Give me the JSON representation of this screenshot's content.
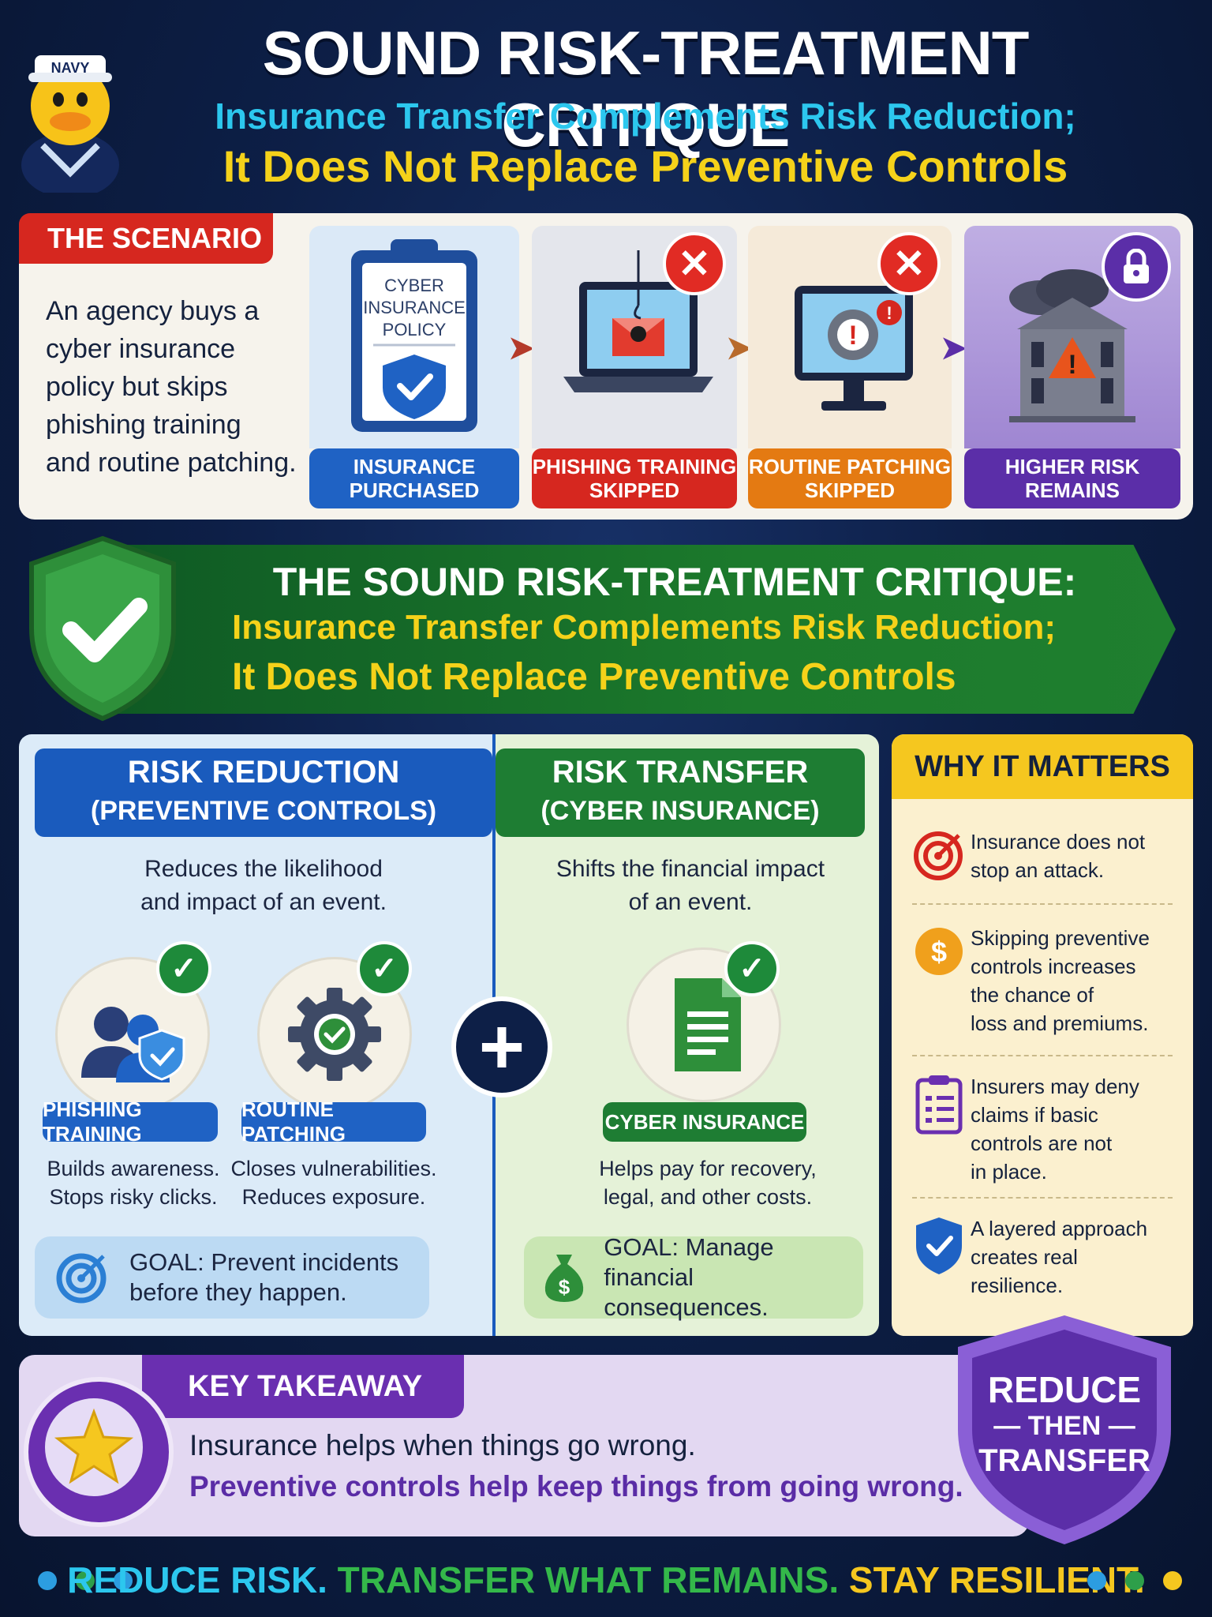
{
  "header": {
    "title": "SOUND RISK-TREATMENT CRITIQUE",
    "subtitle_line1": "Insurance Transfer Complements Risk Reduction;",
    "subtitle_line2": "It Does Not Replace Preventive Controls",
    "mascot_hat_text": "NAVY"
  },
  "scenario": {
    "tag": "THE SCENARIO",
    "text_lines": [
      "An agency buys a",
      "cyber insurance",
      "policy but skips",
      "phishing training",
      "and routine patching."
    ],
    "clipboard_lines": [
      "CYBER",
      "INSURANCE",
      "POLICY"
    ],
    "steps": [
      {
        "line1": "INSURANCE",
        "line2": "PURCHASED",
        "color": "#1f62c4"
      },
      {
        "line1": "PHISHING TRAINING",
        "line2": "SKIPPED",
        "color": "#d6271f"
      },
      {
        "line1": "ROUTINE PATCHING",
        "line2": "SKIPPED",
        "color": "#e47a12"
      },
      {
        "line1": "HIGHER RISK",
        "line2": "REMAINS",
        "color": "#5b2ea8"
      }
    ]
  },
  "banner": {
    "title": "THE SOUND RISK-TREATMENT CRITIQUE:",
    "line1": "Insurance Transfer Complements Risk Reduction;",
    "line2": "It Does Not Replace Preventive Controls"
  },
  "reduction": {
    "title": "RISK REDUCTION",
    "subtitle": "(PREVENTIVE CONTROLS)",
    "desc_line1": "Reduces the likelihood",
    "desc_line2": "and impact of an event.",
    "items": [
      {
        "label": "PHISHING TRAINING",
        "line1": "Builds awareness.",
        "line2": "Stops risky clicks."
      },
      {
        "label": "ROUTINE PATCHING",
        "line1": "Closes vulnerabilities.",
        "line2": "Reduces exposure."
      }
    ],
    "goal_line1": "GOAL: Prevent incidents",
    "goal_line2": "before they happen."
  },
  "transfer": {
    "title": "RISK TRANSFER",
    "subtitle": "(CYBER INSURANCE)",
    "desc_line1": "Shifts the financial impact",
    "desc_line2": "of an event.",
    "item": {
      "label": "CYBER INSURANCE",
      "line1": "Helps pay for recovery,",
      "line2": "legal, and other costs."
    },
    "goal_line1": "GOAL: Manage financial",
    "goal_line2": "consequences."
  },
  "why": {
    "title": "WHY IT MATTERS",
    "items": [
      {
        "icon": "target-icon",
        "lines": [
          "Insurance does not",
          "stop an attack."
        ]
      },
      {
        "icon": "dollar-coin-icon",
        "lines": [
          "Skipping preventive",
          "controls increases",
          "the chance of",
          "loss and premiums."
        ]
      },
      {
        "icon": "clipboard-checklist-icon",
        "lines": [
          "Insurers may deny",
          "claims if basic",
          "controls are not",
          "in place."
        ]
      },
      {
        "icon": "shield-check-icon",
        "lines": [
          "A layered approach",
          "creates real",
          "resilience."
        ]
      }
    ]
  },
  "takeaway": {
    "tag": "KEY TAKEAWAY",
    "line1": "Insurance helps when things go wrong.",
    "line2": "Preventive controls help keep things from going wrong.",
    "badge_line1": "REDUCE",
    "badge_line2": "— THEN —",
    "badge_line3": "TRANSFER"
  },
  "footer": {
    "part1": "REDUCE RISK.",
    "part2": "TRANSFER WHAT REMAINS.",
    "part3": "STAY RESILIENT."
  },
  "colors": {
    "navy": "#0d1f47",
    "red": "#d6271f",
    "blue": "#1a5bbd",
    "green": "#1e7d33",
    "orange": "#e47a12",
    "purple": "#5b2ea8",
    "yellow": "#f5c71f",
    "cyan": "#2cc7ee"
  }
}
